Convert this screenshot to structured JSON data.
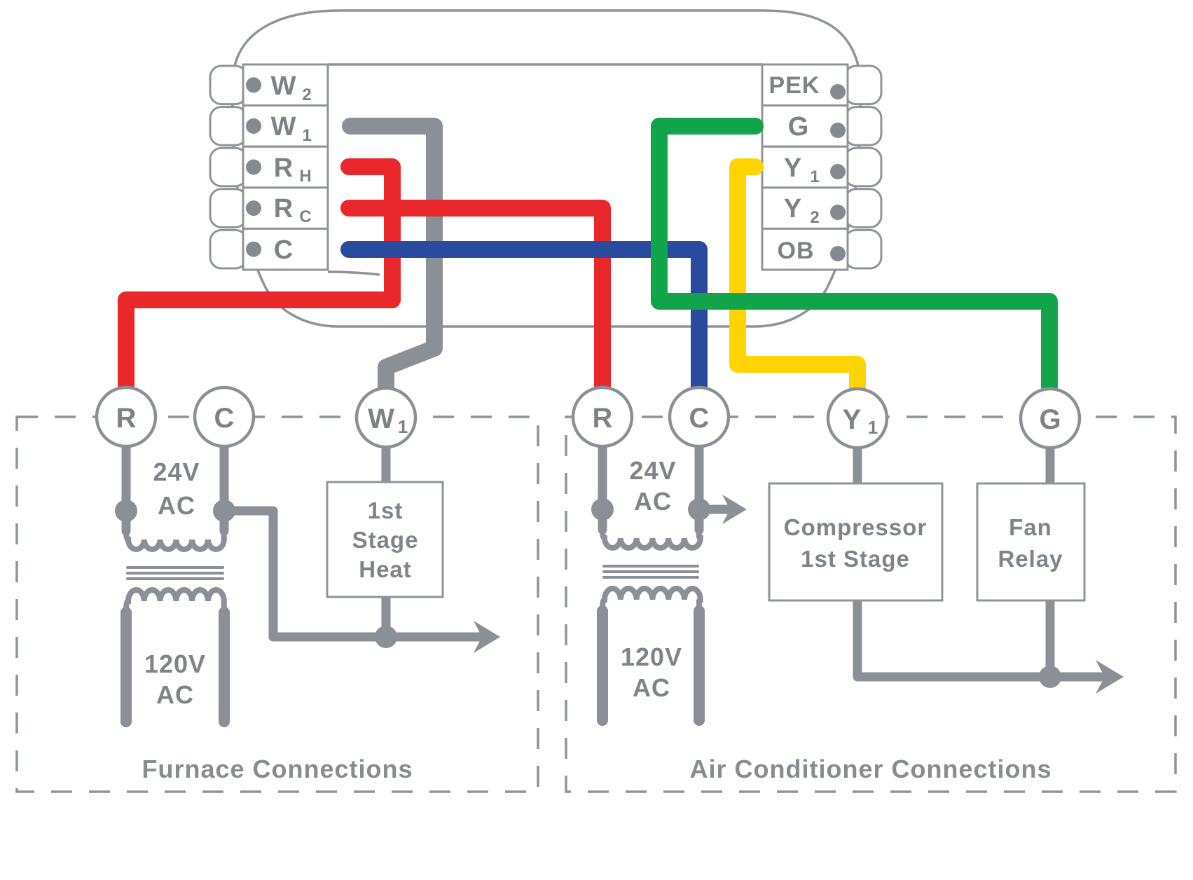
{
  "colors": {
    "red": "#e8282b",
    "blue": "#2a4b9d",
    "green": "#12a44b",
    "yellow": "#ffd400",
    "wire_gray": "#8a9096"
  },
  "thermostat": {
    "left_terminals": [
      {
        "main": "W",
        "sub": "2"
      },
      {
        "main": "W",
        "sub": "1"
      },
      {
        "main": "R",
        "sub": "H"
      },
      {
        "main": "R",
        "sub": "C"
      },
      {
        "main": "C",
        "sub": ""
      }
    ],
    "right_terminals": [
      {
        "main": "PEK",
        "sub": ""
      },
      {
        "main": "G",
        "sub": ""
      },
      {
        "main": "Y",
        "sub": "1"
      },
      {
        "main": "Y",
        "sub": "2"
      },
      {
        "main": "OB",
        "sub": ""
      }
    ]
  },
  "furnace": {
    "title": "Furnace Connections",
    "terminals": [
      {
        "main": "R",
        "sub": ""
      },
      {
        "main": "C",
        "sub": ""
      },
      {
        "main": "W",
        "sub": "1"
      }
    ],
    "transformer": {
      "primary_line1": "24V",
      "primary_line2": "AC",
      "secondary_line1": "120V",
      "secondary_line2": "AC"
    },
    "heat_box": {
      "line1": "1st",
      "line2": "Stage",
      "line3": "Heat"
    }
  },
  "ac": {
    "title": "Air Conditioner Connections",
    "terminals": [
      {
        "main": "R",
        "sub": ""
      },
      {
        "main": "C",
        "sub": ""
      },
      {
        "main": "Y",
        "sub": "1"
      },
      {
        "main": "G",
        "sub": ""
      }
    ],
    "transformer": {
      "primary_line1": "24V",
      "primary_line2": "AC",
      "secondary_line1": "120V",
      "secondary_line2": "AC"
    },
    "compressor_box": {
      "line1": "Compressor",
      "line2": "1st Stage"
    },
    "fan_box": {
      "line1": "Fan",
      "line2": "Relay"
    }
  }
}
